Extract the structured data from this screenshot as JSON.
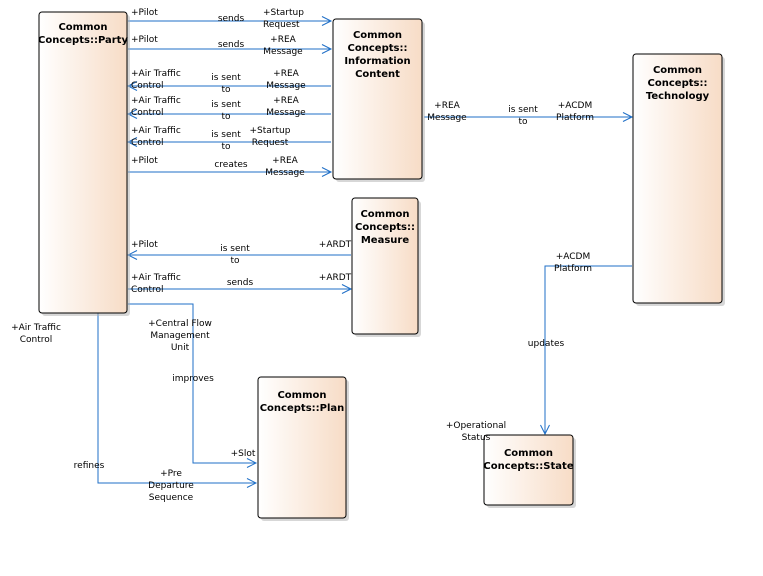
{
  "colors": {
    "box_fill_light": "#ffffff",
    "box_fill_dark": "#f7dcc6",
    "box_border": "#000000",
    "connector": "#1f6fc7",
    "shadow": "#b0b0b0"
  },
  "boxes": {
    "party": {
      "title": [
        "Common",
        "Concepts::Party"
      ]
    },
    "info": {
      "title": [
        "Common",
        "Concepts::",
        "Information",
        "Content"
      ]
    },
    "tech": {
      "title": [
        "Common",
        "Concepts::",
        "Technology"
      ]
    },
    "measure": {
      "title": [
        "Common",
        "Concepts::",
        "Measure"
      ]
    },
    "plan": {
      "title": [
        "Common",
        "Concepts::Plan"
      ]
    },
    "state": {
      "title": [
        "Common",
        "Concepts::State"
      ]
    }
  },
  "connectors": [
    {
      "source_role": [
        "+Pilot"
      ],
      "verb": [
        "sends"
      ],
      "target_role": [
        "+Startup",
        "Request"
      ]
    },
    {
      "source_role": [
        "+Pilot"
      ],
      "verb": [
        "sends"
      ],
      "target_role": [
        "+REA",
        "Message"
      ]
    },
    {
      "source_role": [
        "+Air Traffic",
        "Control"
      ],
      "verb": [
        "is sent",
        "to"
      ],
      "target_role": [
        "+REA",
        "Message"
      ]
    },
    {
      "source_role": [
        "+Air Traffic",
        "Control"
      ],
      "verb": [
        "is sent",
        "to"
      ],
      "target_role": [
        "+REA",
        "Message"
      ]
    },
    {
      "source_role": [
        "+Air Traffic",
        "Control"
      ],
      "verb": [
        "is sent",
        "to"
      ],
      "target_role": [
        "+Startup",
        "Request"
      ]
    },
    {
      "source_role": [
        "+Pilot"
      ],
      "verb": [
        "creates"
      ],
      "target_role": [
        "+REA",
        "Message"
      ]
    },
    {
      "source_role": [
        "+REA",
        "Message"
      ],
      "verb": [
        "is sent",
        "to"
      ],
      "target_role": [
        "+ACDM",
        "Platform"
      ]
    },
    {
      "source_role": [
        "+Pilot"
      ],
      "verb": [
        "is sent",
        "to"
      ],
      "target_role": [
        "+ARDT"
      ]
    },
    {
      "source_role": [
        "+Air Traffic",
        "Control"
      ],
      "verb": [
        "sends"
      ],
      "target_role": [
        "+ARDT"
      ]
    },
    {
      "source_role": [
        "+Central Flow",
        "Management",
        "Unit"
      ],
      "verb": [
        "improves"
      ],
      "target_role": [
        "+Slot"
      ]
    },
    {
      "source_role": [
        "+Air Traffic",
        "Control"
      ],
      "verb": [
        "refines"
      ],
      "target_role": [
        "+Pre",
        "Departure",
        "Sequence"
      ]
    },
    {
      "source_role": [
        "+ACDM",
        "Platform"
      ],
      "verb": [
        "updates"
      ],
      "target_role": [
        "+Operational",
        "Status"
      ]
    }
  ]
}
